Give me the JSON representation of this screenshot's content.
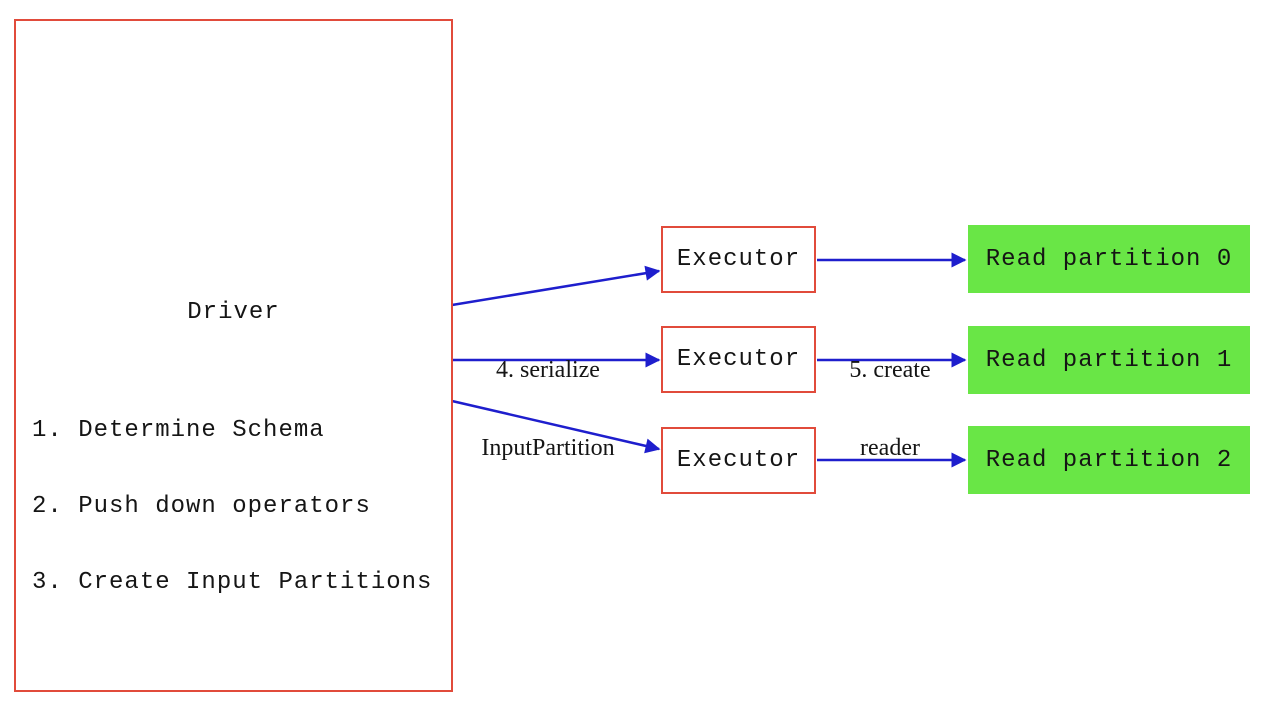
{
  "driver": {
    "title": "Driver",
    "steps": [
      "1. Determine Schema",
      "2. Push down operators",
      "3. Create Input Partitions"
    ]
  },
  "executors": [
    {
      "label": "Executor"
    },
    {
      "label": "Executor"
    },
    {
      "label": "Executor"
    }
  ],
  "partitions": [
    {
      "label": "Read partition 0"
    },
    {
      "label": "Read partition 1"
    },
    {
      "label": "Read partition 2"
    }
  ],
  "edge_labels": {
    "serialize": {
      "line1": "4. serialize",
      "line2": "InputPartition"
    },
    "create_reader": {
      "line1": "5. create",
      "line2": "reader"
    }
  },
  "colors": {
    "box_border": "#e14b3b",
    "partition_fill": "#69e646",
    "arrow": "#1e1ecd",
    "text": "#151515",
    "background": "#ffffff"
  }
}
